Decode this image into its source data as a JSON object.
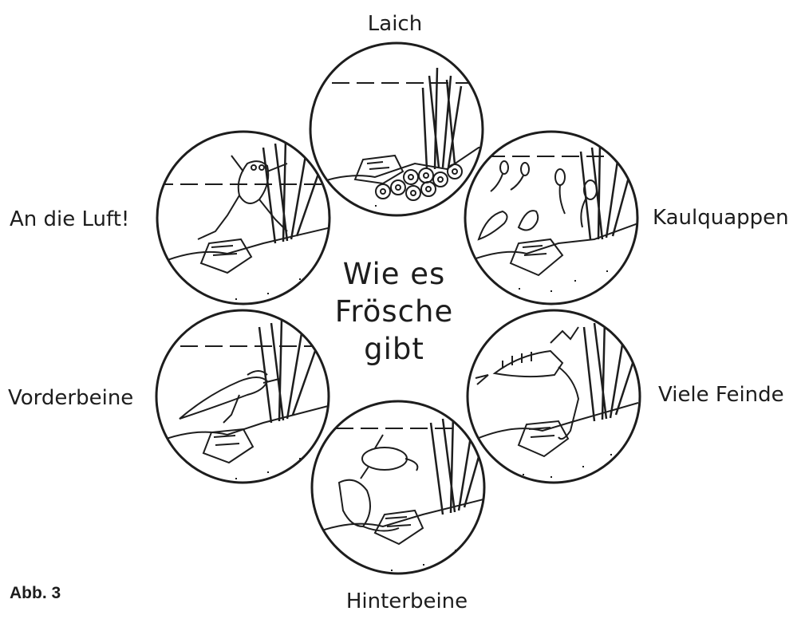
{
  "title": {
    "lines": [
      "Wie es",
      "Frösche",
      "gibt"
    ]
  },
  "stages": [
    {
      "label": "Laich"
    },
    {
      "label": "Kaulquappen"
    },
    {
      "label": "Viele Feinde"
    },
    {
      "label": "Hinterbeine"
    },
    {
      "label": "Vorderbeine"
    },
    {
      "label": "An die Luft!"
    }
  ],
  "figure_label": "Abb. 3",
  "colors": {
    "ink": "#1d1d1d",
    "paper": "#ffffff"
  }
}
